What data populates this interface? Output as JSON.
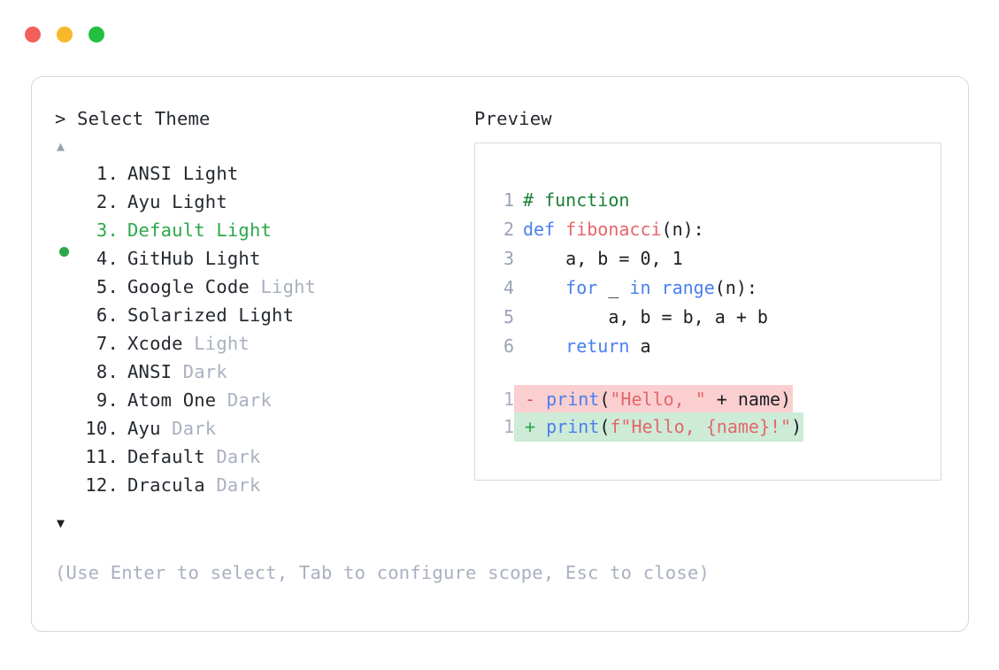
{
  "window": {
    "dots": [
      {
        "name": "close",
        "color": "#f3605c"
      },
      {
        "name": "minimize",
        "color": "#f7b82b"
      },
      {
        "name": "maximize",
        "color": "#23bf3e"
      }
    ]
  },
  "left_panel": {
    "title": "> Select Theme",
    "scroll_up_icon": "▲",
    "scroll_down_icon": "▼",
    "selected_index": 3,
    "items": [
      {
        "num": "1.",
        "name": "ANSI",
        "variant": "Light",
        "variant_strong": true,
        "selected": false
      },
      {
        "num": "2.",
        "name": "Ayu",
        "variant": "Light",
        "variant_strong": true,
        "selected": false
      },
      {
        "num": "3.",
        "name": "Default",
        "variant": "Light",
        "variant_strong": true,
        "selected": true
      },
      {
        "num": "4.",
        "name": "GitHub",
        "variant": "Light",
        "variant_strong": true,
        "selected": false
      },
      {
        "num": "5.",
        "name": "Google Code",
        "variant": "Light",
        "variant_strong": false,
        "selected": false
      },
      {
        "num": "6.",
        "name": "Solarized",
        "variant": "Light",
        "variant_strong": true,
        "selected": false
      },
      {
        "num": "7.",
        "name": "Xcode",
        "variant": "Light",
        "variant_strong": false,
        "selected": false
      },
      {
        "num": "8.",
        "name": "ANSI",
        "variant": "Dark",
        "variant_strong": false,
        "selected": false
      },
      {
        "num": "9.",
        "name": "Atom One",
        "variant": "Dark",
        "variant_strong": false,
        "selected": false
      },
      {
        "num": "10.",
        "name": "Ayu",
        "variant": "Dark",
        "variant_strong": false,
        "selected": false
      },
      {
        "num": "11.",
        "name": "Default",
        "variant": "Dark",
        "variant_strong": false,
        "selected": false
      },
      {
        "num": "12.",
        "name": "Dracula",
        "variant": "Dark",
        "variant_strong": false,
        "selected": false
      }
    ]
  },
  "right_panel": {
    "title": "Preview",
    "code_lines": [
      {
        "num": "1",
        "tokens": [
          {
            "t": "# function",
            "c": "comment"
          }
        ]
      },
      {
        "num": "2",
        "tokens": [
          {
            "t": "def ",
            "c": "keyword"
          },
          {
            "t": "fibonacci",
            "c": "func"
          },
          {
            "t": "(n):",
            "c": "plain"
          }
        ]
      },
      {
        "num": "3",
        "tokens": [
          {
            "t": "    a, b = 0, 1",
            "c": "plain"
          }
        ]
      },
      {
        "num": "4",
        "tokens": [
          {
            "t": "    ",
            "c": "plain"
          },
          {
            "t": "for",
            "c": "keyword"
          },
          {
            "t": " _ ",
            "c": "plain"
          },
          {
            "t": "in range",
            "c": "keyword"
          },
          {
            "t": "(n):",
            "c": "plain"
          }
        ]
      },
      {
        "num": "5",
        "tokens": [
          {
            "t": "        a, b = b, a + b",
            "c": "plain"
          }
        ]
      },
      {
        "num": "6",
        "tokens": [
          {
            "t": "    ",
            "c": "plain"
          },
          {
            "t": "return",
            "c": "keyword"
          },
          {
            "t": " a",
            "c": "plain"
          }
        ]
      }
    ],
    "diff_lines": [
      {
        "num": "1",
        "kind": "del",
        "marker": "-",
        "tokens": [
          {
            "t": "print",
            "c": "keyword"
          },
          {
            "t": "(",
            "c": "plain"
          },
          {
            "t": "\"Hello, \"",
            "c": "string"
          },
          {
            "t": " + name)",
            "c": "plain"
          }
        ]
      },
      {
        "num": "1",
        "kind": "add",
        "marker": "+",
        "tokens": [
          {
            "t": "print",
            "c": "keyword"
          },
          {
            "t": "(",
            "c": "plain"
          },
          {
            "t": "f\"Hello, {name}!\"",
            "c": "string"
          },
          {
            "t": ")",
            "c": "plain"
          }
        ]
      }
    ]
  },
  "footer": {
    "hint": "(Use Enter to select, Tab to configure scope, Esc to close)"
  },
  "colors": {
    "accent_green": "#2ca84a",
    "comment_green": "#1a7f37",
    "keyword_blue": "#4a7ff0",
    "string_red": "#e4676b",
    "muted": "#a9b0c0",
    "border": "#d5d8e0",
    "diff_del_bg": "#fbcfcf",
    "diff_add_bg": "#cdebd6"
  }
}
